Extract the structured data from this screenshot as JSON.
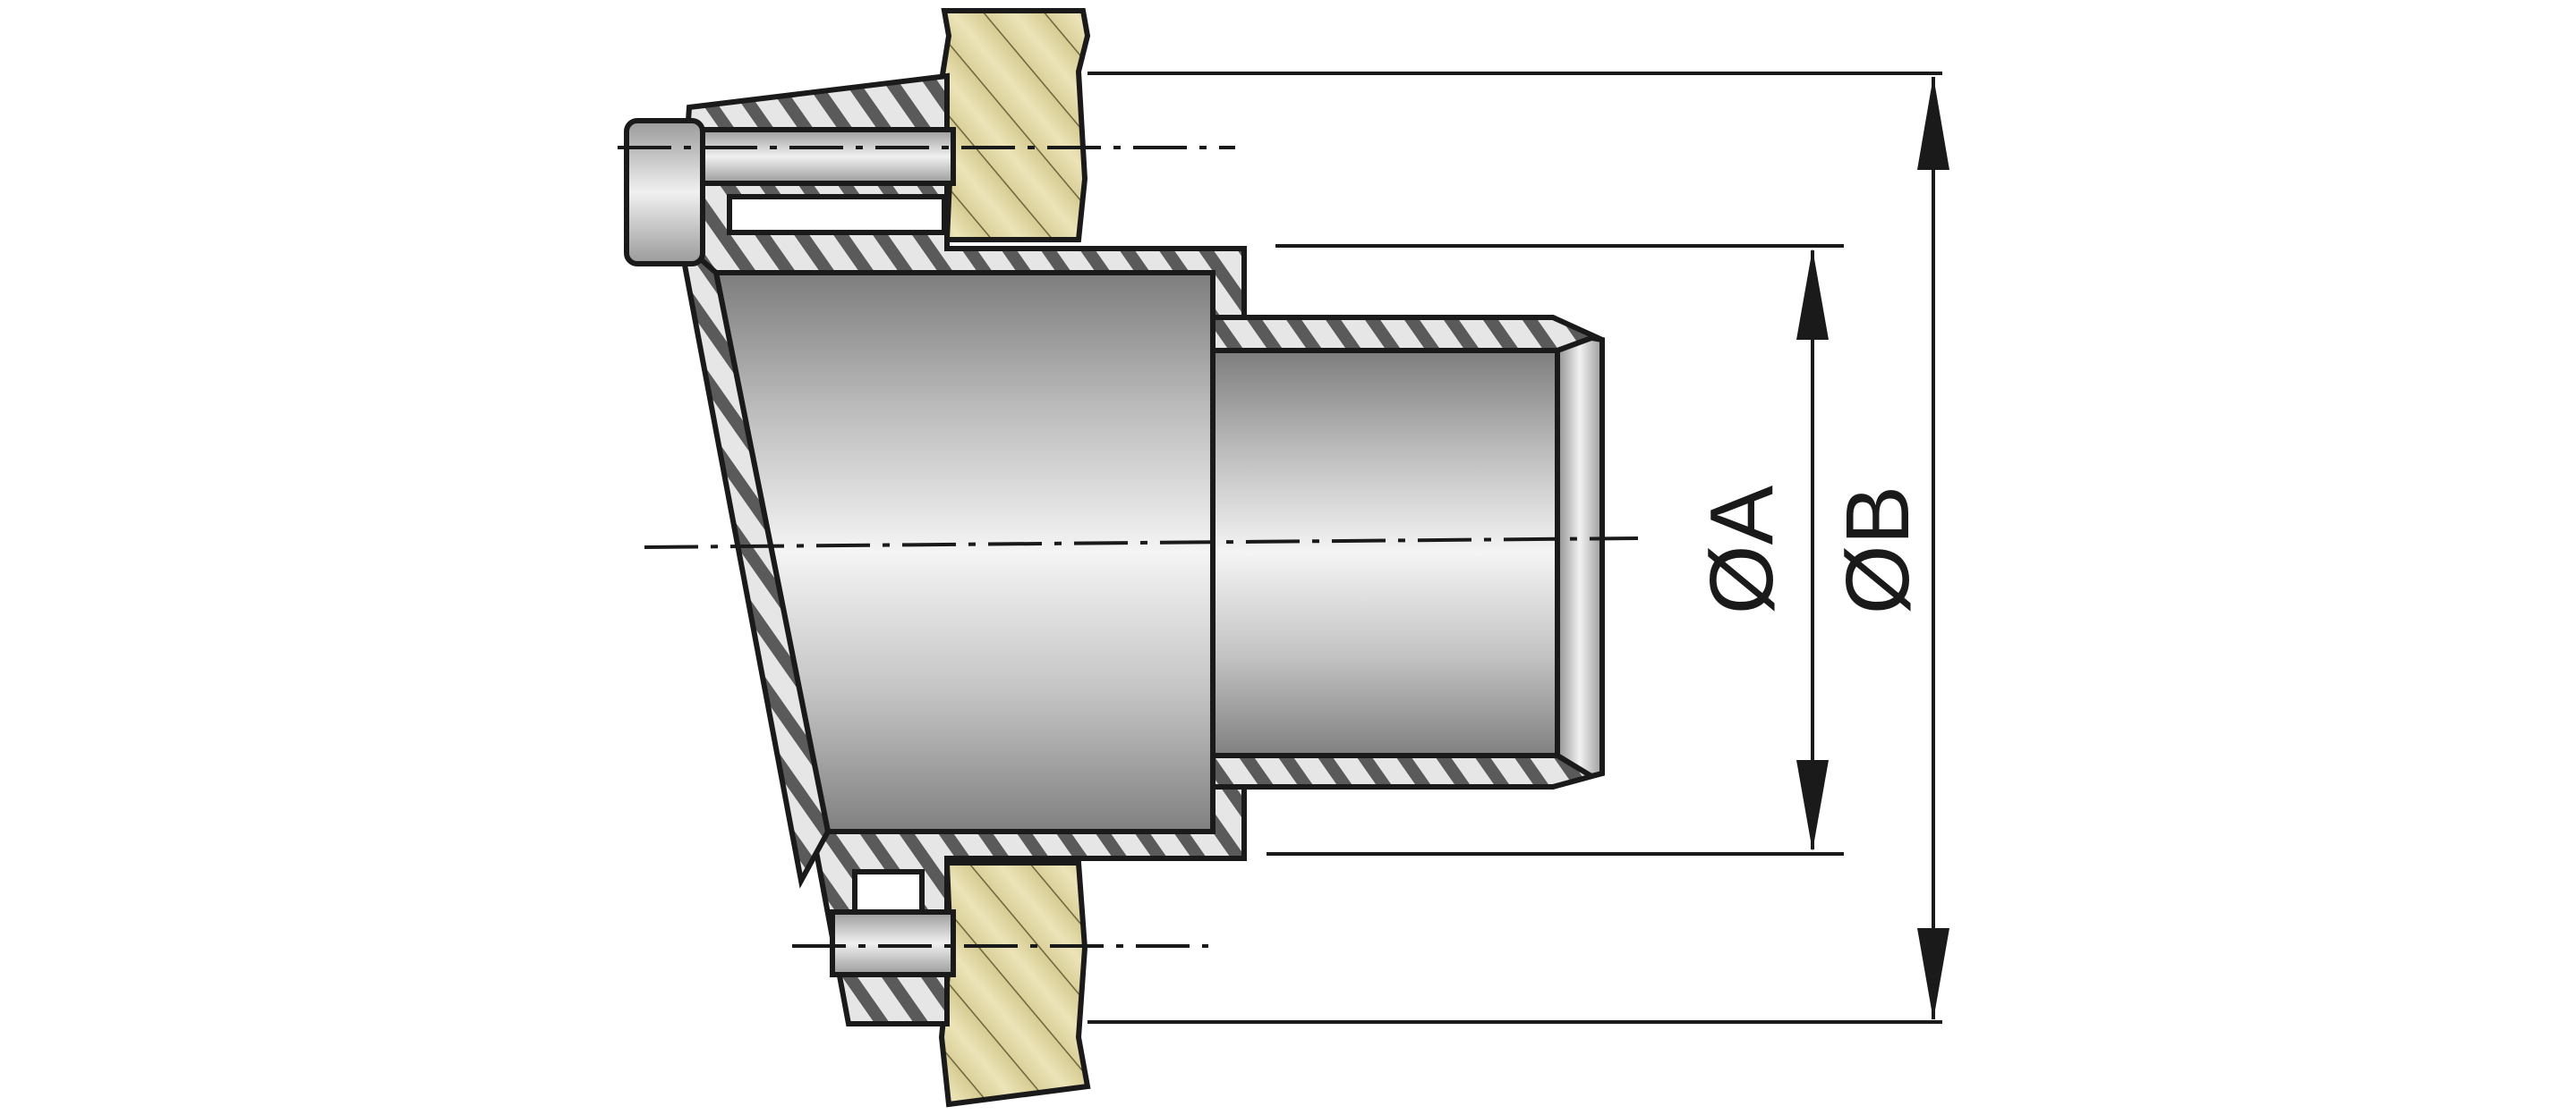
{
  "diagram": {
    "type": "technical-cross-section",
    "labels": {
      "dim_a": "ØA",
      "dim_b": "ØB"
    },
    "colors": {
      "line": "#1a1a1a",
      "wood": "#e5dcaa",
      "metal_light": "#f2f2f2",
      "metal_dark": "#8a8a8a"
    }
  }
}
